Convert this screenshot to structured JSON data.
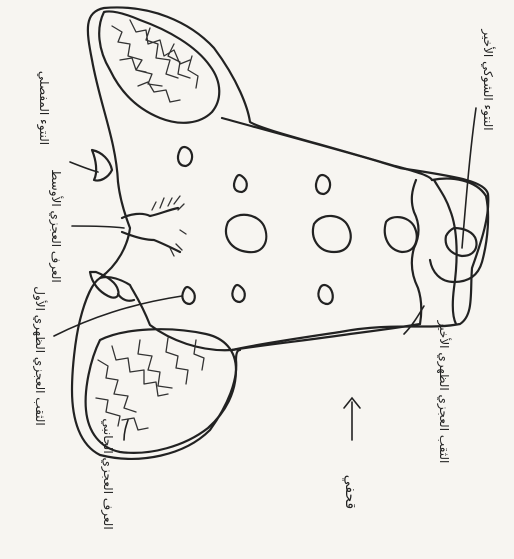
{
  "labels": {
    "lateral_sacral_crest": "العرف العجزي الجانبي",
    "posterior_foramen_1": "الثقب العجزي الظهري الأول",
    "median_sacral_crest": "العرف العجزي الأوسط",
    "articular_process": "النتوء المفصلي",
    "posterior_foramen_last": "الثقب العجزي الظهري الأخير",
    "spinous_process_last": "النتوء الشوكي الأخير",
    "cranial": "قحفي"
  },
  "icons": {
    "direction": "arrow-right-icon"
  },
  "colors": {
    "ink": "#222222",
    "paper": "#f7f5f1"
  }
}
